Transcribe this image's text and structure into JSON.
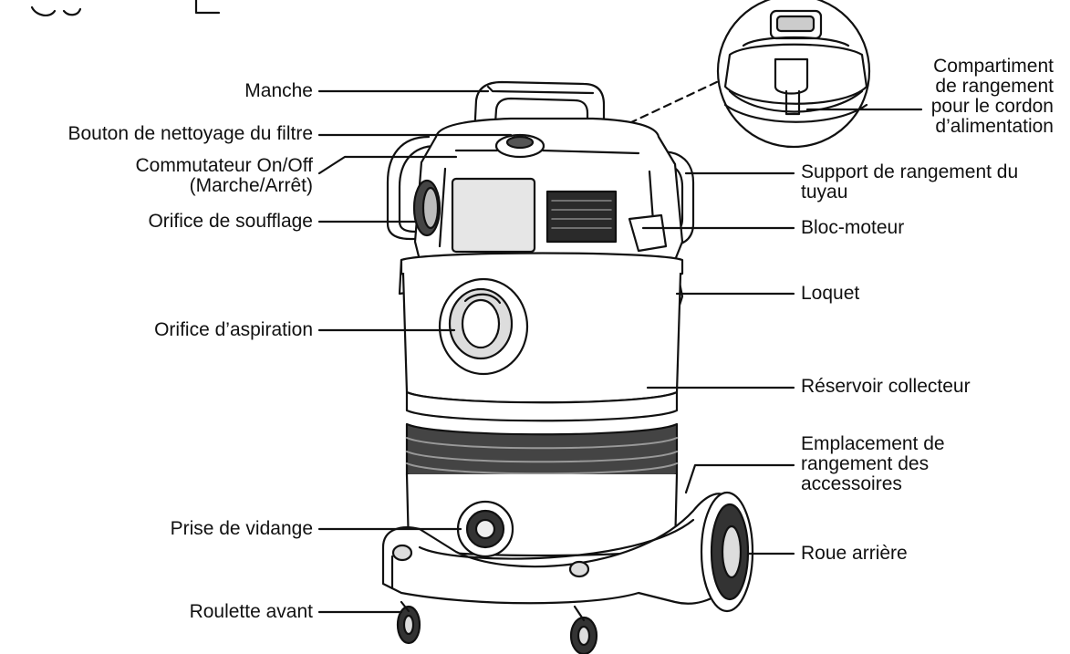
{
  "labels": {
    "manche": "Manche",
    "bouton_filtre": "Bouton de nettoyage du filtre",
    "commutateur_1": "Commutateur On/Off",
    "commutateur_2": "(Marche/Arrêt)",
    "orifice_soufflage": "Orifice de soufflage",
    "orifice_aspiration": "Orifice d’aspiration",
    "prise_vidange": "Prise de vidange",
    "roulette_avant": "Roulette avant",
    "compartiment_1": "Compartiment",
    "compartiment_2": "de rangement",
    "compartiment_3": "pour le cordon",
    "compartiment_4": "d’alimentation",
    "support_1": "Support de rangement du",
    "support_2": "tuyau",
    "bloc_moteur": "Bloc-moteur",
    "loquet": "Loquet",
    "reservoir": "Réservoir collecteur",
    "emplacement_1": "Emplacement de",
    "emplacement_2": "rangement des",
    "emplacement_3": "accessoires",
    "roue_arriere": "Roue arrière"
  },
  "colors": {
    "line": "#111111",
    "body_fill": "#ffffff",
    "shade": "#e9e9e9",
    "dark": "#2a2a2a"
  }
}
